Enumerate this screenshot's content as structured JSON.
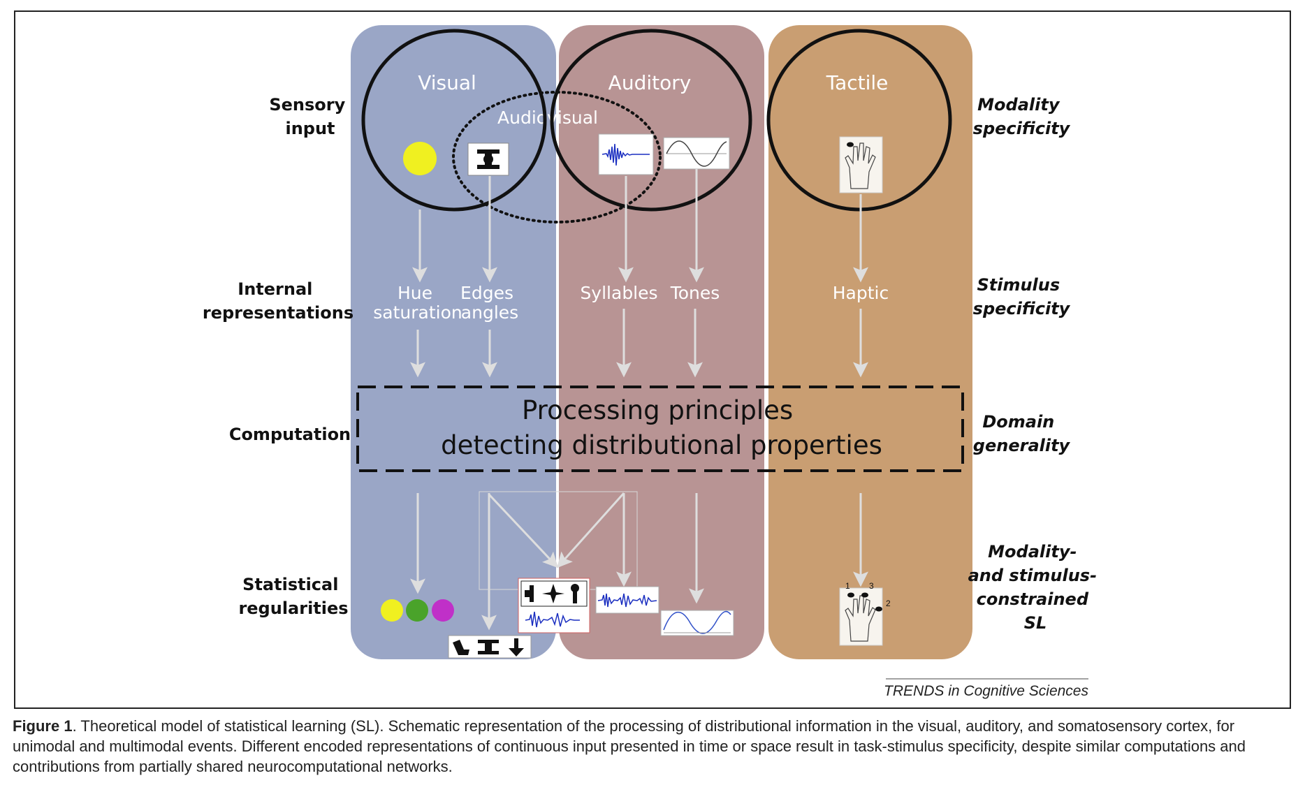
{
  "rows_left": {
    "sensory": [
      "Sensory",
      "input"
    ],
    "internal": [
      "Internal",
      "representations"
    ],
    "computation": "Computation",
    "statistical": [
      "Statistical",
      "regularities"
    ]
  },
  "rows_right": {
    "modality": [
      "Modality",
      "specificity"
    ],
    "stimulus": [
      "Stimulus",
      "specificity"
    ],
    "domain": [
      "Domain",
      "generality"
    ],
    "constrained": [
      "Modality-",
      "and stimulus-",
      "constrained",
      "SL"
    ]
  },
  "columns": {
    "visual": "Visual",
    "auditory": "Auditory",
    "tactile": "Tactile",
    "audiovisual": "Audiovisual"
  },
  "representations": {
    "hue": [
      "Hue",
      "saturation"
    ],
    "edges": [
      "Edges",
      "angles"
    ],
    "syllables": "Syllables",
    "tones": "Tones",
    "haptic": "Haptic"
  },
  "processing": [
    "Processing principles",
    "detecting distributional properties"
  ],
  "hand_numbers": [
    "1",
    "3",
    "2"
  ],
  "credit": "TRENDS in Cognitive Sciences",
  "caption": {
    "label": "Figure 1",
    "text": ". Theoretical model of statistical learning (SL). Schematic representation of the processing of distributional information in the visual, auditory, and somatosensory cortex, for unimodal and multimodal events. Different encoded representations of continuous input presented in time or space result in task-stimulus specificity, despite similar computations and contributions from partially shared neurocomputational networks."
  },
  "colors": {
    "visual_panel": "#9aa6c6",
    "auditory_panel": "#b89494",
    "tactile_panel": "#c99e72",
    "arrow": "#dcdcdc",
    "yellow": "#f0f020",
    "green": "#4aa32a",
    "magenta": "#c030c8",
    "waveform": "#1a2ec0"
  }
}
